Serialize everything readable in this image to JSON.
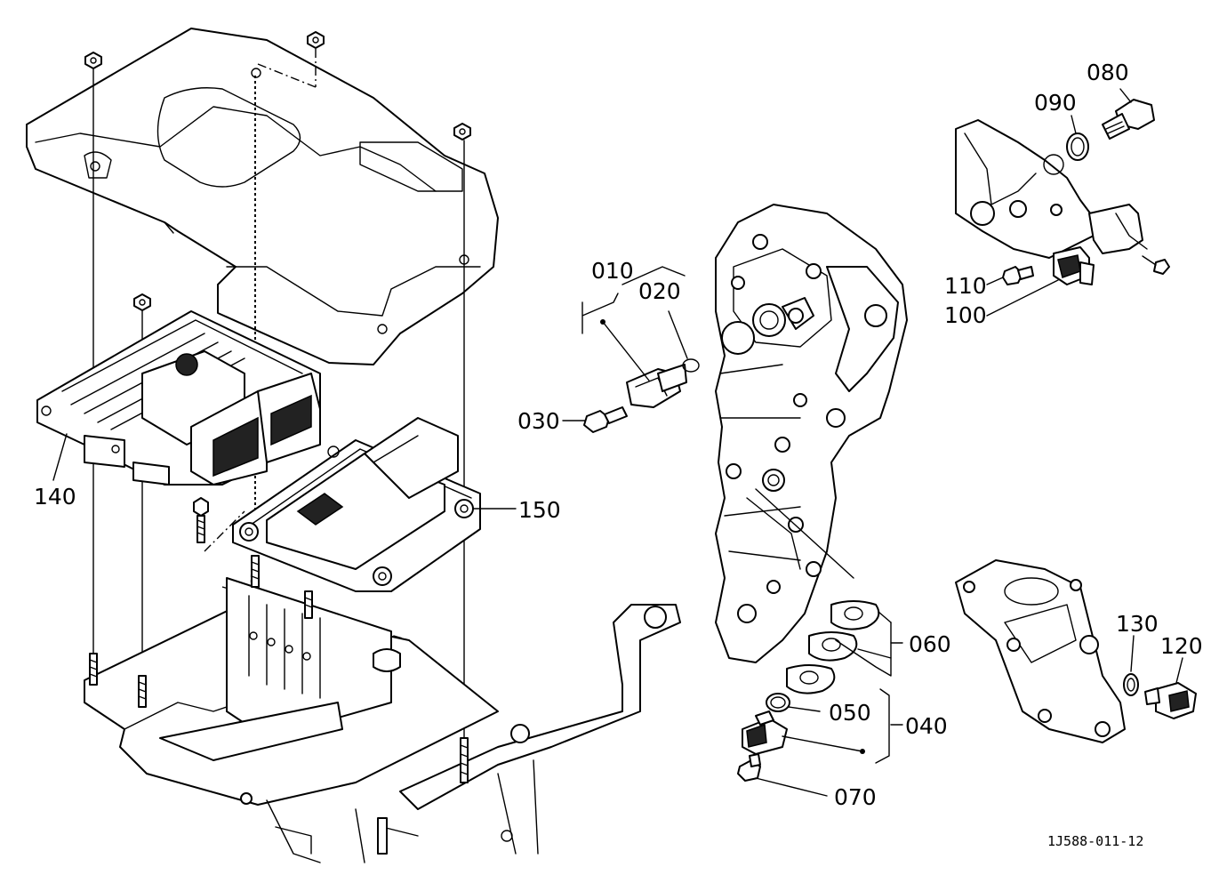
{
  "diagram_id": "1J588-011-12",
  "part_labels": {
    "p010": "010",
    "p020": "020",
    "p030": "030",
    "p040": "040",
    "p050": "050",
    "p060": "060",
    "p070": "070",
    "p080": "080",
    "p090": "090",
    "p100": "100",
    "p110": "110",
    "p120": "120",
    "p130": "130",
    "p140": "140",
    "p150": "150"
  }
}
